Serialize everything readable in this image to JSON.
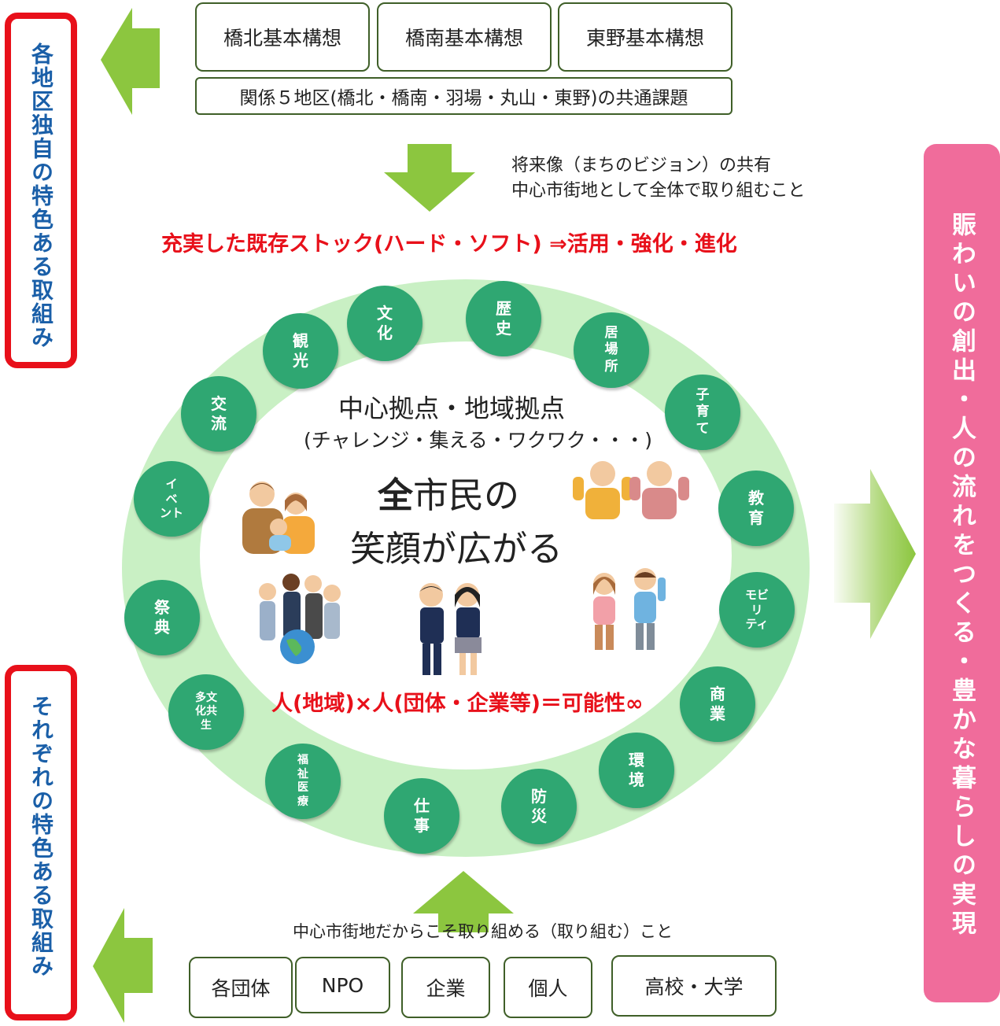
{
  "left_top_label": "各地区独自の特色ある取組み",
  "left_bottom_label": "それぞれの特色ある取組み",
  "right_label": "賑わいの創出・人の流れをつくる・豊かな暮らしの実現",
  "top_plans": [
    "橋北基本構想",
    "橋南基本構想",
    "東野基本構想"
  ],
  "common_issue": "関係５地区(橋北・橋南・羽場・丸山・東野)の共通課題",
  "vision_note": "将来像（まちのビジョン）の共有\n中心市街地として全体で取り組むこと",
  "stock_heading": "充実した既存ストック(ハード・ソフト) ⇒活用・強化・進化",
  "center": {
    "hub_title": "中心拠点・地域拠点",
    "hub_sub": "(チャレンジ・集える・ワクワク・・・)",
    "main_bold": "全",
    "main_rest": "市民の",
    "main_line2": "笑顔が広がる",
    "possibility": "人(地域)×人(団体・企業等)＝可能性∞"
  },
  "bubbles": [
    {
      "label": "文\n化"
    },
    {
      "label": "歴\n史"
    },
    {
      "label": "居\n場\n所"
    },
    {
      "label": "子\n育\nて"
    },
    {
      "label": "教\n育"
    },
    {
      "label": "モビ\nリ\nティ"
    },
    {
      "label": "商\n業"
    },
    {
      "label": "環\n境"
    },
    {
      "label": "防\n災"
    },
    {
      "label": "仕\n事"
    },
    {
      "label": "福\n祉\n医\n療"
    },
    {
      "label": "多文\n化共\n生"
    },
    {
      "label": "祭\n典"
    },
    {
      "label": "イ\nベ\nント"
    },
    {
      "label": "交\n流"
    },
    {
      "label": "観\n光"
    }
  ],
  "bottom_note": "中心市街地だからこそ取り組める（取り組む）こと",
  "bottom_groups": [
    "各団体",
    "NPO",
    "企業",
    "個人",
    "高校・大学"
  ],
  "colors": {
    "ring": "#c9f0c4",
    "bubble": "#2fa772",
    "arrow": "#8cc63f",
    "accent_red": "#e8101a",
    "left_text": "#1a5fa8",
    "pink": "#f06c9b"
  }
}
